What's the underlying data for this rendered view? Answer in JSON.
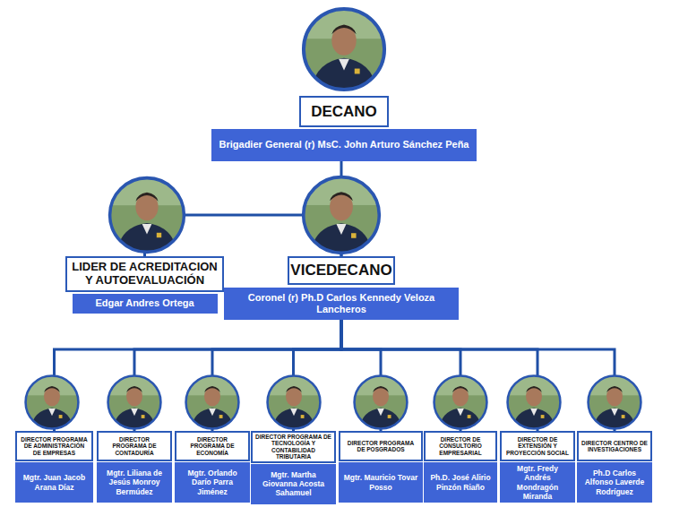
{
  "diagram": {
    "nodes": [
      {
        "text": [
          "DECANO",
          "Brigadier General (r) MsC. John Arturo Sánchez Peña"
        ]
      },
      {
        "text": [
          "LIDER DE ACREDITACION Y AUTOEVALUACIÓN",
          "Edgar Andres Ortega"
        ]
      },
      {
        "text": [
          "VICEDECANO",
          "Coronel (r) Ph.D Carlos Kennedy Veloza Lancheros"
        ]
      },
      {
        "text": [
          "DIRECTOR PROGRAMA DE ADMINISTRACIÓN DE EMPRESAS",
          "Mgtr. Juan Jacob Arana Díaz"
        ]
      },
      {
        "text": [
          "DIRECTOR PROGRAMA DE CONTADURÍA",
          "Mgtr. Liliana de Jesús Monroy Bermúdez"
        ]
      },
      {
        "text": [
          "DIRECTOR PROGRAMA DE ECONOMÍA",
          "Mgtr. Orlando Darío Parra Jiménez"
        ]
      },
      {
        "text": [
          "DIRECTOR PROGRAMA DE TECNOLOGÍA Y CONTABILIDAD TRIBUTARIA",
          "Mgtr. Martha Giovanna Acosta Sahamuel"
        ]
      },
      {
        "text": [
          "DIRECTOR PROGRAMA DE POSGRADOS",
          "Mgtr. Mauricio Tovar Posso"
        ]
      },
      {
        "text": [
          "DIRECTOR DE CONSULTORIO EMPRESARIAL",
          "Ph.D. José Alirio Pinzón Riaño"
        ]
      },
      {
        "text": [
          "DIRECTOR DE EXTENSIÓN Y PROYECCIÓN SOCIAL",
          "Mgtr. Fredy Andrés Mondragón Miranda"
        ]
      },
      {
        "text": [
          "DIRECTOR CENTRO DE INVESTIGACIONES",
          "Ph.D Carlos Alfonso Laverde Rodríguez"
        ]
      }
    ],
    "edges": [
      {
        "from": 0,
        "to": 2,
        "arrow": "none"
      },
      {
        "from": 2,
        "to": 1,
        "arrow": "none"
      },
      {
        "from": 2,
        "to": 3,
        "arrow": "none"
      },
      {
        "from": 2,
        "to": 4,
        "arrow": "none"
      },
      {
        "from": 2,
        "to": 5,
        "arrow": "none"
      },
      {
        "from": 2,
        "to": 6,
        "arrow": "none"
      },
      {
        "from": 2,
        "to": 7,
        "arrow": "none"
      },
      {
        "from": 2,
        "to": 8,
        "arrow": "none"
      },
      {
        "from": 2,
        "to": 9,
        "arrow": "none"
      },
      {
        "from": 2,
        "to": 10,
        "arrow": "none"
      }
    ]
  }
}
